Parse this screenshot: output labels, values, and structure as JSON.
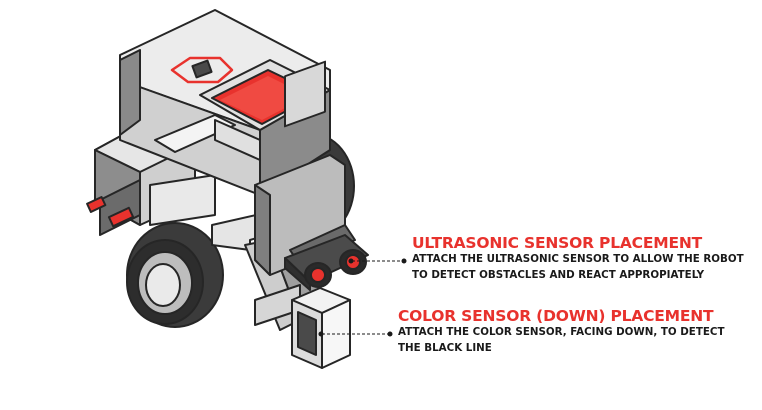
{
  "colors": {
    "accent": "#e8322d",
    "text": "#1a1a1a",
    "outline": "#262626",
    "gray_light": "#d9d9d9",
    "gray_mid": "#9e9e9e",
    "gray_dark": "#5c5c5c"
  },
  "callouts": [
    {
      "title": "ULTRASONIC SENSOR PLACEMENT",
      "lines": [
        "ATTACH THE ULTRASONIC SENSOR TO ALLOW THE ROBOT",
        "TO DETECT OBSTACLES AND REACT APPROPIATELY"
      ]
    },
    {
      "title": "COLOR SENSOR (DOWN) PLACEMENT",
      "lines": [
        "ATTACH THE COLOR SENSOR, FACING DOWN, TO DETECT",
        "THE BLACK LINE"
      ]
    }
  ]
}
